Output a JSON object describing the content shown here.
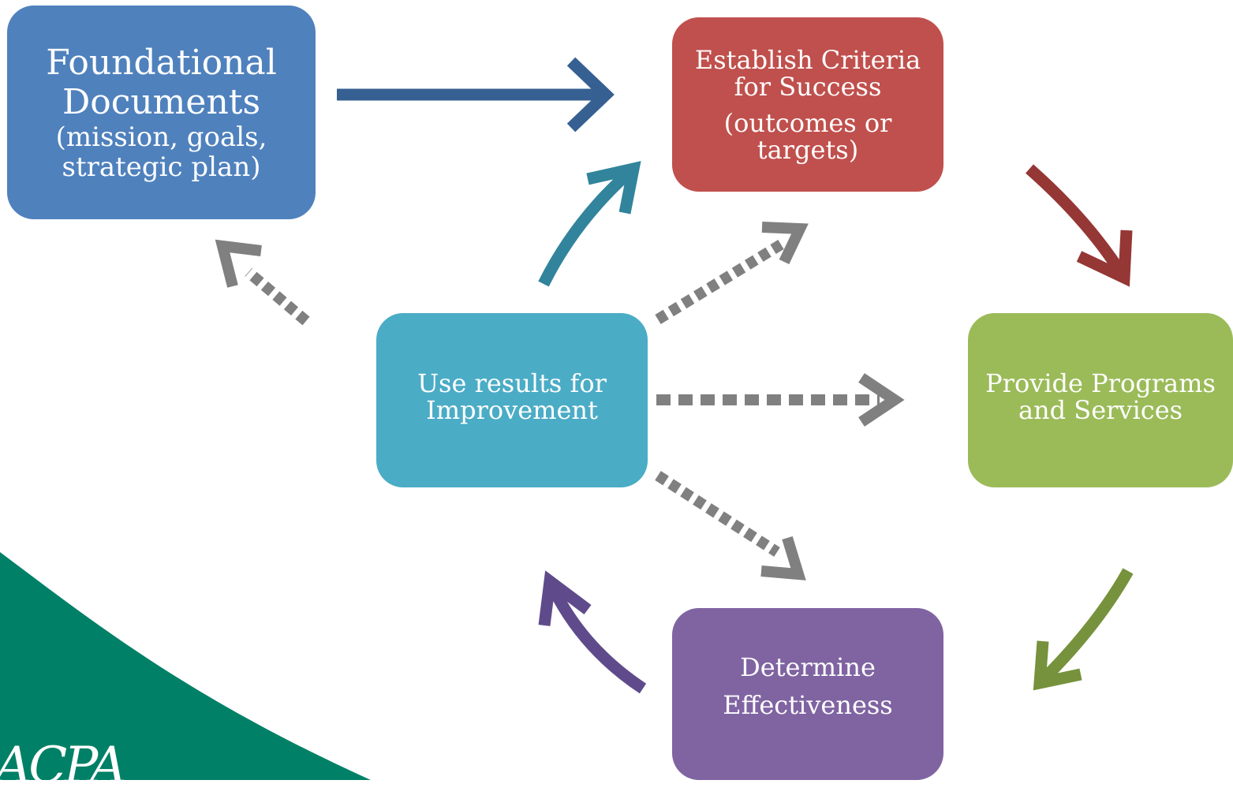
{
  "nodes": {
    "foundational": {
      "title_lines": [
        "Foundational",
        "Documents"
      ],
      "detail_lines": [
        "(mission, goals,",
        "strategic plan)"
      ],
      "color": "#4f81bd"
    },
    "criteria": {
      "title_lines": [
        "Establish Criteria",
        "for Success"
      ],
      "detail_lines": [
        "(outcomes or",
        "targets)"
      ],
      "color": "#c0504d"
    },
    "programs": {
      "lines": [
        "Provide Programs",
        "and Services"
      ],
      "color": "#9bbb59"
    },
    "effectiveness": {
      "lines": [
        "Determine",
        "Effectiveness"
      ],
      "color": "#8064a2"
    },
    "improvement": {
      "lines": [
        "Use results for",
        "Improvement"
      ],
      "color": "#4bacc6"
    }
  },
  "arrow_colors": {
    "foundational_to_criteria": "#376092",
    "improvement_to_criteria": "#31849b",
    "criteria_to_programs": "#953735",
    "programs_to_effectiveness": "#76923c",
    "effectiveness_to_improvement": "#5f4b8b",
    "dotted": "#808080"
  },
  "logo": {
    "text": "ACPA",
    "color": "#008066"
  }
}
